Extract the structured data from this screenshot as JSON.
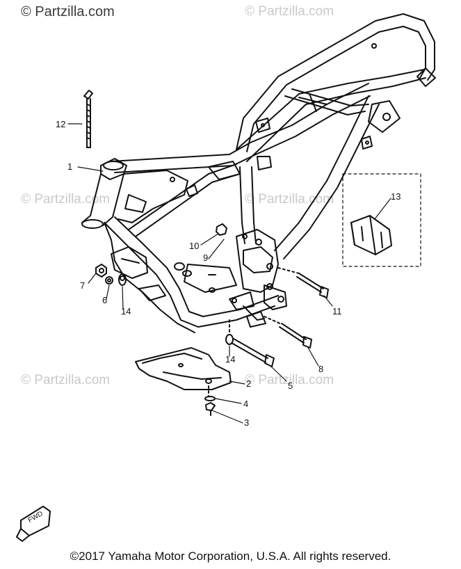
{
  "watermark": {
    "primary": "© Partzilla.com",
    "faded": "© Partzilla.com"
  },
  "callouts": {
    "c1": "1",
    "c2": "2",
    "c3": "3",
    "c4": "4",
    "c5": "5",
    "c6": "6",
    "c7": "7",
    "c8": "8",
    "c9": "9",
    "c10": "10",
    "c11": "11",
    "c12": "12",
    "c13": "13",
    "c14a": "14",
    "c14b": "14"
  },
  "fwd_label": "FWD",
  "copyright": "©2017 Yamaha Motor Corporation, U.S.A. All rights reserved."
}
